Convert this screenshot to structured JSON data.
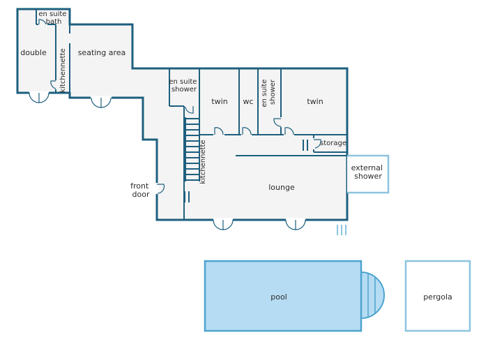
{
  "rooms": {
    "en_suite_bath": [
      "en suite",
      "bath"
    ],
    "double": "double",
    "kitchennette_left": "kitchennette",
    "seating_area": "seating area",
    "en_suite_shower_mid": [
      "en suite",
      "shower"
    ],
    "twin_left": "twin",
    "wc": "wc",
    "en_suite_shower_vertical": [
      "en suite",
      "shower"
    ],
    "twin_right": "twin",
    "storage": "storage",
    "kitchennette_main": "kitchennette",
    "lounge": "lounge",
    "external_shower": [
      "external",
      "shower"
    ],
    "front_door": [
      "front",
      "door"
    ],
    "pool": "pool",
    "pergola": "pergola"
  },
  "colors": {
    "wall": "#1d5f7e",
    "floor": "#f4f4f4",
    "pool_fill": "#b5dcf2",
    "pool_edge": "#4da3cf",
    "outdoor_outline": "#8cc4e0"
  }
}
